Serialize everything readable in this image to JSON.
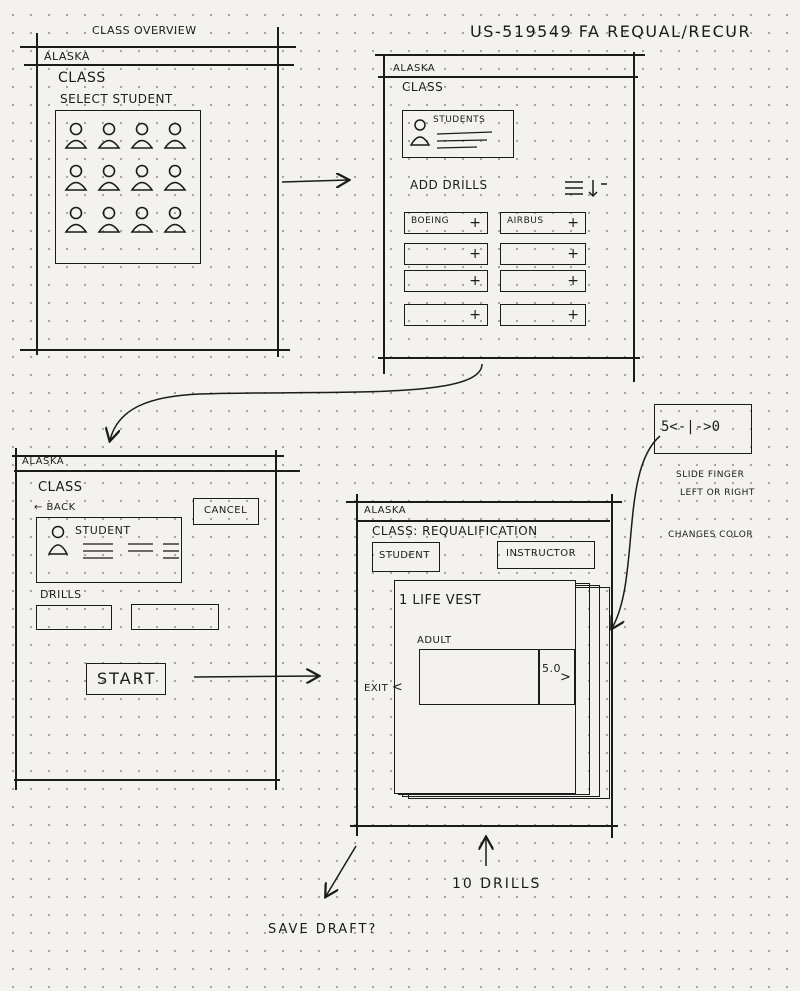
{
  "header": {
    "title_left": "CLASS OVERVIEW",
    "title_right": "US-519549 FA REQUAL/RECUR"
  },
  "screen1": {
    "brand": "ALASKA",
    "title": "CLASS",
    "subtitle": "SELECT STUDENT",
    "student_count": 12
  },
  "screen2": {
    "brand": "ALASKA",
    "title": "CLASS",
    "student_label": "STUDENTS",
    "add_drills_label": "ADD DRILLS",
    "sort_icon": "sort-filter-icon",
    "drills": [
      {
        "label": "BOEING"
      },
      {
        "label": ""
      },
      {
        "label": ""
      },
      {
        "label": "AIRBUS"
      },
      {
        "label": ""
      },
      {
        "label": ""
      },
      {
        "label": ""
      },
      {
        "label": ""
      }
    ]
  },
  "screen3": {
    "brand": "ALASKA",
    "title": "CLASS",
    "back_label": "← BACK",
    "cancel_label": "CANCEL",
    "student_label": "STUDENT",
    "drills_label": "DRILLS",
    "start_label": "START"
  },
  "screen4": {
    "brand": "ALASKA",
    "title": "CLASS: REQUALIFICATION",
    "student_button": "STUDENT",
    "instructor_button": "INSTRUCTOR",
    "card_title": "1 LIFE VEST",
    "adult_label": "ADULT",
    "score_value": "5.0",
    "exit_label": "EXIT"
  },
  "gesture": {
    "glyph": "5<-|->0",
    "note1": "SLIDE FINGER",
    "note2": "LEFT OR RIGHT",
    "note3": "CHANGES COLOR"
  },
  "notes": {
    "save_draft": "SAVE DRAFT?",
    "ten_drills": "10 DRILLS"
  }
}
